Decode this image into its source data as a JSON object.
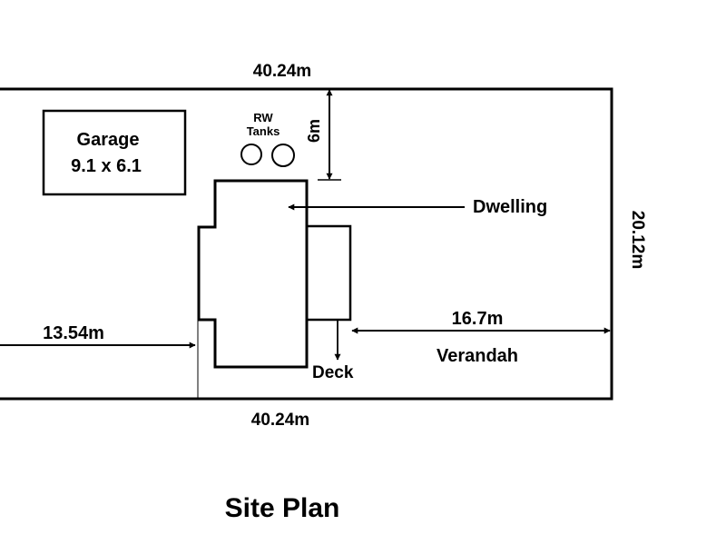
{
  "labels": {
    "top_dim": "40.24m",
    "bottom_dim": "40.24m",
    "right_dim": "20.12m",
    "garage_name": "Garage",
    "garage_size": "9.1 x 6.1",
    "tanks_line1": "RW",
    "tanks_line2": "Tanks",
    "setback_dim": "6m",
    "dwelling": "Dwelling",
    "left_dim": "13.54m",
    "verandah_dim": "16.7m",
    "verandah": "Verandah",
    "deck": "Deck",
    "title": "Site Plan"
  },
  "colors": {
    "ink": "#000000",
    "background": "#ffffff"
  }
}
